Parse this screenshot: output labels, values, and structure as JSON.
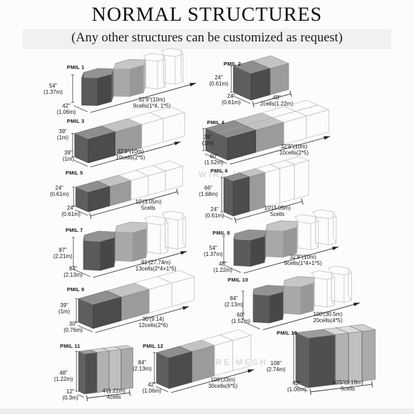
{
  "title": "NORMAL STRUCTURES",
  "subtitle": "(Any other structures can be customized as request)",
  "watermarks": [
    "WIRE MESH",
    "WIRE MESH"
  ],
  "structures": [
    {
      "id": "PMIL 1",
      "height": {
        "in": "54\"",
        "m": "(1.37m)"
      },
      "width": {
        "in": "42\"",
        "m": "(1.06m)"
      },
      "length": "32'9\"(10m)",
      "cells": "9cells(1*4, 1*5)",
      "shape": "hexagonal"
    },
    {
      "id": "PMIL 2",
      "height": {
        "in": "24\"",
        "m": "(0.61m)"
      },
      "width": {
        "in": "24\"",
        "m": "(0.61m)"
      },
      "length": "48\"",
      "cells": "2cells(1.22m)",
      "shape": "box"
    },
    {
      "id": "PMIL 3",
      "height": {
        "in": "39\"",
        "m": "(1m)"
      },
      "width": {
        "in": "39\"",
        "m": "(1m)"
      },
      "length": "32'9\"(10m)",
      "cells": "10cells(2*5)",
      "shape": "box"
    },
    {
      "id": "PMIL 4",
      "height": {
        "in": "39\"",
        "m": "(1m)"
      },
      "width": {
        "in": "60\"",
        "m": "(1.52m)"
      },
      "length": "32'9\"(10m)",
      "cells": "10cells(2*5)",
      "shape": "box"
    },
    {
      "id": "PMIL 5",
      "height": {
        "in": "24\"",
        "m": "(0.61m)"
      },
      "width": {
        "in": "24\"",
        "m": "(0.61m)"
      },
      "length": "10'(3.05m)",
      "cells": "5cells",
      "shape": "box"
    },
    {
      "id": "PMIL 6",
      "height": {
        "in": "66\"",
        "m": "(1.68m)"
      },
      "width": {
        "in": "24\"",
        "m": "(0.61m)"
      },
      "length": "10'(3.05m)",
      "cells": "5cells",
      "shape": "box"
    },
    {
      "id": "PMIL 7",
      "height": {
        "in": "87\"",
        "m": "(2.21m)"
      },
      "width": {
        "in": "84\"",
        "m": "(2.13m)"
      },
      "length": "91'(27.74m)",
      "cells": "13cells(2*4+1*5)",
      "shape": "hexagonal"
    },
    {
      "id": "PMIL 8",
      "height": {
        "in": "54\"",
        "m": "(1.37m)"
      },
      "width": {
        "in": "48\"",
        "m": "(1.22m)"
      },
      "length": "32'9\"(10m)",
      "cells": "9cells(1*4+1*5)",
      "shape": "hexagonal"
    },
    {
      "id": "PMIL 9",
      "height": {
        "in": "39\"",
        "m": "(1m)"
      },
      "width": {
        "in": "30\"",
        "m": "(0.76m)"
      },
      "length": "30'(9.14)",
      "cells": "12cells(2*6)",
      "shape": "box"
    },
    {
      "id": "PMIL 10",
      "height": {
        "in": "84\"",
        "m": "(2.13m)"
      },
      "width": {
        "in": "60\"",
        "m": "(1.52m)"
      },
      "length": "100'(30.5m)",
      "cells": "20cells(4*5)",
      "shape": "hexagonal"
    },
    {
      "id": "PMIL 11",
      "height": {
        "in": "48\"",
        "m": "(1.22m)"
      },
      "width": {
        "in": "12\"",
        "m": "(0.3m)"
      },
      "length": "4'(1.22m)",
      "cells": "4cells",
      "shape": "vertical-cells"
    },
    {
      "id": "PMIL 12",
      "height": {
        "in": "84\"",
        "m": "(2.13m)"
      },
      "width": {
        "in": "42\"",
        "m": "(1.06m)"
      },
      "length": "108'(33m)",
      "cells": "30cells(6*5)",
      "shape": "box"
    },
    {
      "id": "PMIL 19",
      "height": {
        "in": "108\"",
        "m": "(2.74m)"
      },
      "width": {
        "in": "42\"",
        "m": "(1.06m)"
      },
      "length": "10'5\"(3.18m)",
      "cells": "6cells",
      "shape": "vertical-cells"
    }
  ]
}
